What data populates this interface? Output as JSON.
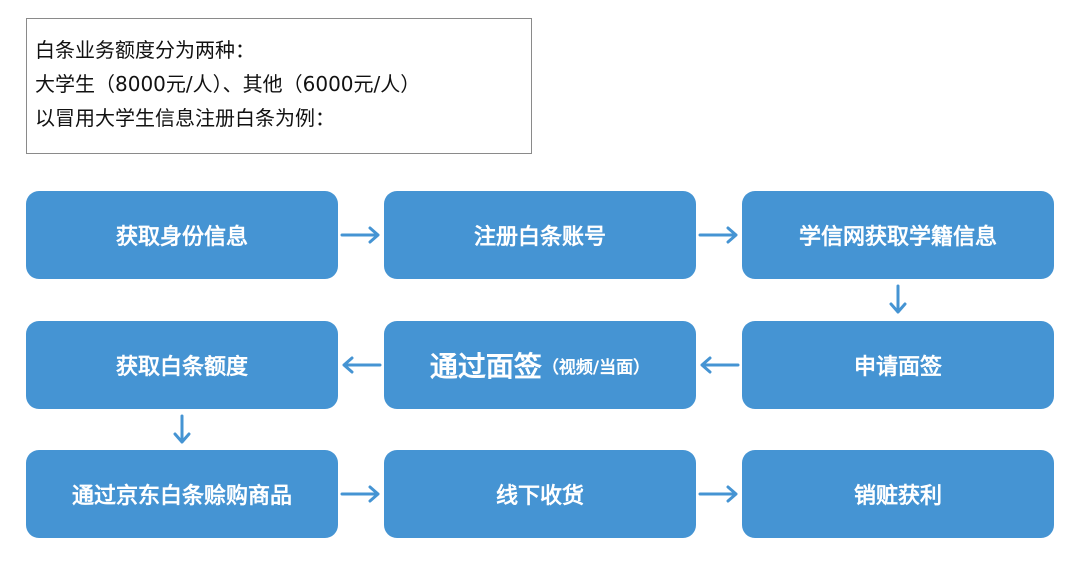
{
  "note": {
    "lines": [
      "白条业务额度分为两种：",
      "大学生（8000元/人）、其他（6000元/人）",
      "以冒用大学生信息注册白条为例："
    ]
  },
  "flow": {
    "steps": [
      {
        "label": "获取身份信息"
      },
      {
        "label": "注册白条账号"
      },
      {
        "label": "学信网获取学籍信息"
      },
      {
        "label": "申请面签"
      },
      {
        "label": "通过面签",
        "sub": "（视频/当面）"
      },
      {
        "label": "获取白条额度"
      },
      {
        "label": "通过京东白条赊购商品"
      },
      {
        "label": "线下收货"
      },
      {
        "label": "销赃获利"
      }
    ]
  },
  "colors": {
    "box_fill": "#4594d3",
    "arrow": "#4594d3",
    "text_on_box": "#ffffff"
  }
}
